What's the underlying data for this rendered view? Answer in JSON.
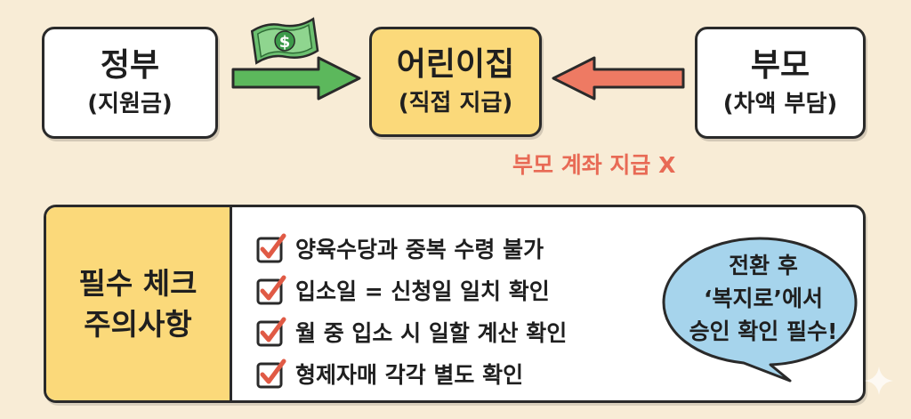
{
  "nodes": {
    "government": {
      "name": "정부",
      "sub": "(지원금)"
    },
    "daycare": {
      "name": "어린이집",
      "sub": "(직접 지급)"
    },
    "parent": {
      "name": "부모",
      "sub": "(차액 부담)"
    }
  },
  "money_icon": {
    "symbol": "$",
    "icon": "banknote-icon",
    "color": "#3c9a4a"
  },
  "arrows": {
    "government_to_daycare_color": "#5cb85c",
    "parent_to_daycare_color": "#ee7a63"
  },
  "note": "부모 계좌 지급 X",
  "checklist": {
    "title_line1": "필수 체크",
    "title_line2": "주의사항",
    "items": [
      "양육수당과 중복 수령 불가",
      "입소일 = 신청일 일치 확인",
      "월 중 입소 시 일할 계산 확인",
      "형제자매 각각 별도 확인"
    ]
  },
  "bubble": {
    "line1": "전환 후",
    "line2": "‘복지로’에서",
    "line3": "승인 확인 필수!",
    "color": "#a6d4ec"
  },
  "colors": {
    "accent_yellow": "#fbd97a",
    "warning_red": "#e86a55",
    "background": "#f8ecd6"
  }
}
